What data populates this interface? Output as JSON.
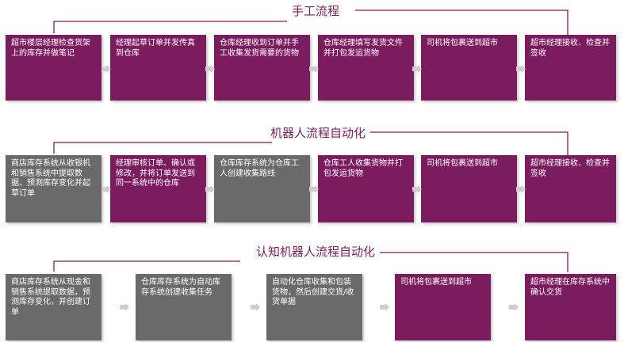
{
  "colors": {
    "purple": "#7b1c5f",
    "gray": "#6a6a6b",
    "title": "#7a1f5c",
    "line": "#7b1c5f"
  },
  "sections": [
    {
      "title": "手工流程",
      "steps": [
        {
          "text": "超市楼层经理检查货架上的库存并做笔记",
          "color": "purple"
        },
        {
          "text": "经理起草订单并发传真到仓库",
          "color": "purple"
        },
        {
          "text": "仓库经理收到订单并手工收集发货需要的货物",
          "color": "purple"
        },
        {
          "text": "仓库经理填写发货文件并打包发运货物",
          "color": "purple"
        },
        {
          "text": "司机将包裹送到超市",
          "color": "purple"
        },
        {
          "text": "超市经理接收、检查并签收",
          "color": "purple"
        }
      ]
    },
    {
      "title": "机器人流程自动化",
      "steps": [
        {
          "text": "商店库存系统从收银机和销售系统中提取数据、预测库存变化并起草订单",
          "color": "gray"
        },
        {
          "text": "经理审核订单、确认或修改，并将订单发送到同一系统中的仓库",
          "color": "purple"
        },
        {
          "text": "仓库库存系统为仓库工人创建收集路线",
          "color": "gray"
        },
        {
          "text": "仓库工人收集货物并打包发运货物",
          "color": "purple"
        },
        {
          "text": "司机将包裹送到超市",
          "color": "purple"
        },
        {
          "text": "超市经理接收、检查并签收",
          "color": "purple"
        }
      ]
    },
    {
      "title": "认知机器人流程自动化",
      "steps": [
        {
          "text": "商店库存系统从现金和销售系统提取数据，预测库存变化，并创建订单",
          "color": "gray"
        },
        {
          "text": "仓库库存系统为自动库存系统创建收集任务",
          "color": "gray"
        },
        {
          "text": "自动化仓库收集和包装货物，然后创建交货/收货单据",
          "color": "gray"
        },
        {
          "text": "司机将包裹送到超市",
          "color": "purple"
        },
        {
          "text": "超市经理在库存系统中确认交货",
          "color": "purple"
        }
      ]
    }
  ]
}
